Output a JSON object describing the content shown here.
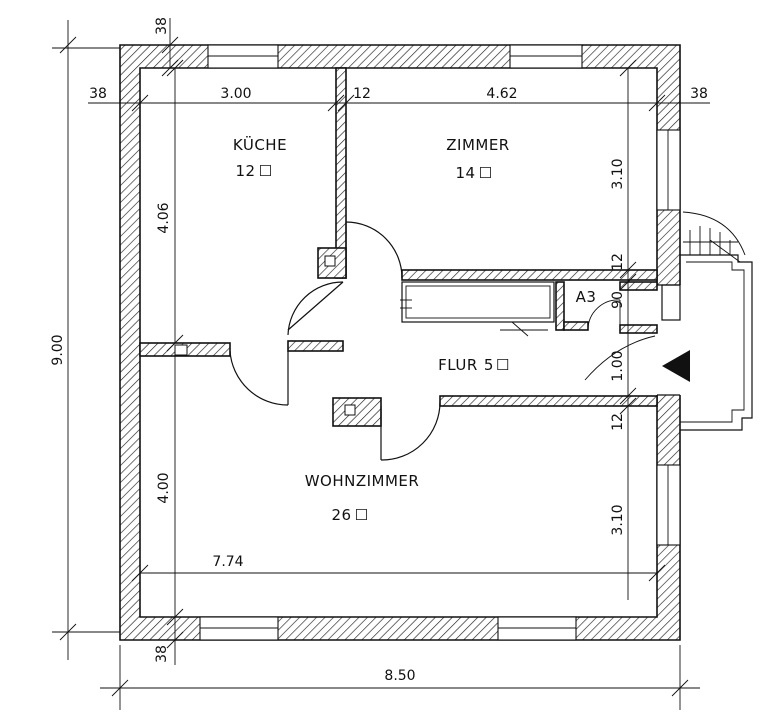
{
  "rooms": {
    "kueche": {
      "name": "KÜCHE",
      "area": "12"
    },
    "zimmer": {
      "name": "ZIMMER",
      "area": "14"
    },
    "flur": {
      "name": "FLUR",
      "area": "5"
    },
    "wohnzimmer": {
      "name": "WOHNZIMMER",
      "area": "26"
    },
    "a3": {
      "name": "A3"
    }
  },
  "area_unit": "☐",
  "dimensions": {
    "top_wall": "38",
    "left_wall_top": "38",
    "right_wall_top": "38",
    "bottom_wall": "38",
    "kueche_width": "3.00",
    "partition": "12",
    "zimmer_width": "4.62",
    "kueche_depth": "4.06",
    "zimmer_depth": "3.10",
    "flur_partition_top": "12",
    "a3_depth": "90",
    "flur_width": "1.00",
    "flur_partition_bottom": "12",
    "wohnzimmer_depth_right": "3.10",
    "wohnzimmer_depth_left": "4.00",
    "wohnzimmer_width": "7.74",
    "total_height": "9.00",
    "total_width": "8.50"
  },
  "colors": {
    "ink": "#111111",
    "paper": "#ffffff"
  }
}
